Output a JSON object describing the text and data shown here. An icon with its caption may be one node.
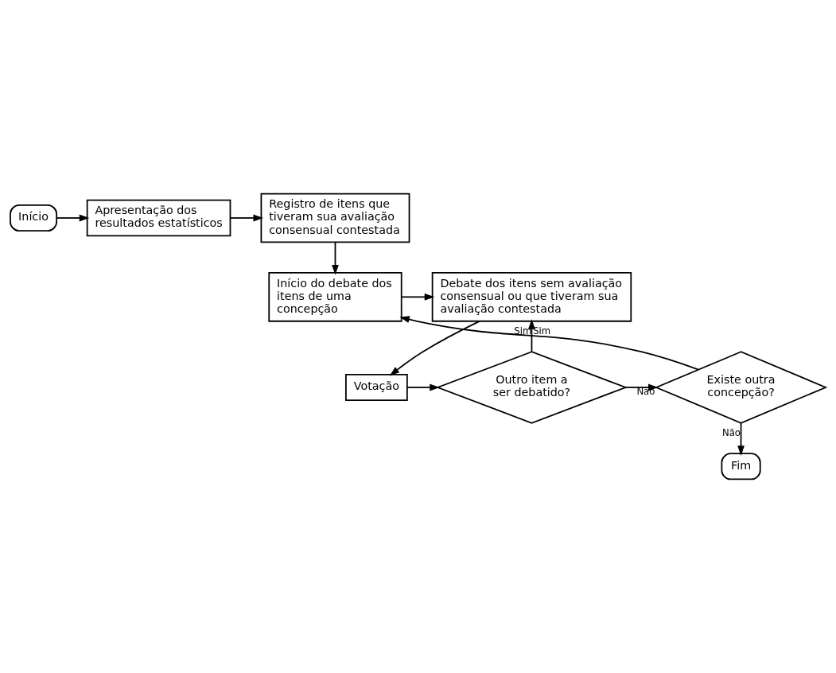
{
  "diagram": {
    "nodes": [
      {
        "text": [
          "Início"
        ]
      },
      {
        "text": [
          "Apresentação dos resultados estatísticos"
        ]
      },
      {
        "text": [
          "Registro de itens que tiveram sua avaliação consensual contestada"
        ]
      },
      {
        "text": [
          "Debate dos itens sem avaliação consensual ou que tiveram sua avaliação contestada"
        ]
      },
      {
        "text": [
          "Início do debate dos itens de uma concepção"
        ]
      },
      {
        "text": [
          "Votação"
        ]
      },
      {
        "text": [
          "Outro item a ser debatido?"
        ]
      },
      {
        "text": [
          "Existe outra concepção?"
        ]
      },
      {
        "text": [
          "Fim"
        ]
      }
    ],
    "edges": [
      {
        "from": 0,
        "to": 1,
        "arrow": "to"
      },
      {
        "from": 1,
        "to": 2,
        "arrow": "to"
      },
      {
        "from": 2,
        "to": 4,
        "arrow": "to"
      },
      {
        "from": 4,
        "to": 3,
        "arrow": "to"
      },
      {
        "from": 3,
        "to": 5,
        "arrow": "to"
      },
      {
        "from": 5,
        "to": 6,
        "arrow": "to"
      },
      {
        "from": 6,
        "to": 3,
        "arrow": "to",
        "label": "Sim"
      },
      {
        "from": 6,
        "to": 7,
        "arrow": "to",
        "label": "Não"
      },
      {
        "from": 7,
        "to": 4,
        "arrow": "to",
        "label": "Sim"
      },
      {
        "from": 7,
        "to": 8,
        "arrow": "to",
        "label": "Não"
      }
    ]
  }
}
